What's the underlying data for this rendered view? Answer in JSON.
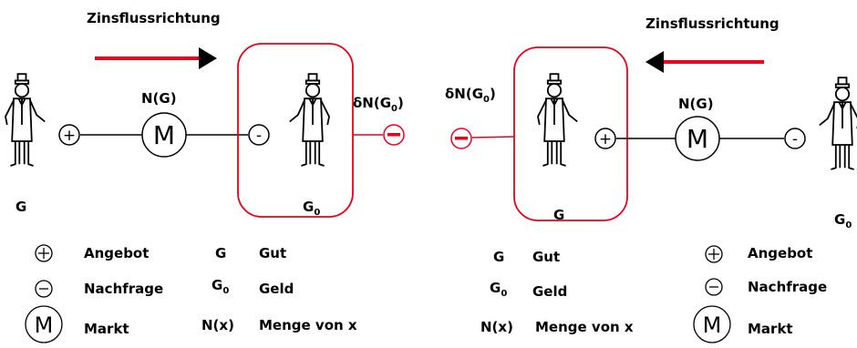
{
  "left": {
    "direction_label": "Zinsflussrichtung",
    "node_label": "N(G)",
    "delta_label_prefix": "δN(G",
    "delta_label_sub": "0",
    "delta_label_suffix": ")",
    "person_left_label": "G",
    "person_right_label": "G",
    "person_right_sub": "0",
    "plus": "+",
    "minus": "-",
    "market": "M"
  },
  "right": {
    "direction_label": "Zinsflussrichtung",
    "node_label": "N(G)",
    "delta_label_prefix": "δN(G",
    "delta_label_sub": "0",
    "delta_label_suffix": ")",
    "person_box_label": "G",
    "person_right_label": "G",
    "person_right_sub": "0",
    "plus": "+",
    "minus": "-",
    "market": "M"
  },
  "legend_left": {
    "angebot": "Angebot",
    "nachfrage": "Nachfrage",
    "markt": "Markt",
    "g_key": "G",
    "g_val": "Gut",
    "g0_key": "G",
    "g0_sub": "0",
    "g0_val": "Geld",
    "nx_key": "N(x)",
    "nx_val": "Menge von x"
  },
  "legend_right": {
    "angebot": "Angebot",
    "nachfrage": "Nachfrage",
    "markt": "Markt",
    "g_key": "G",
    "g_val": "Gut",
    "g0_key": "G",
    "g0_sub": "0",
    "g0_val": "Geld",
    "nx_key": "N(x)",
    "nx_val": "Menge von x"
  },
  "colors": {
    "accent": "#e8001c",
    "ink": "#000000"
  }
}
